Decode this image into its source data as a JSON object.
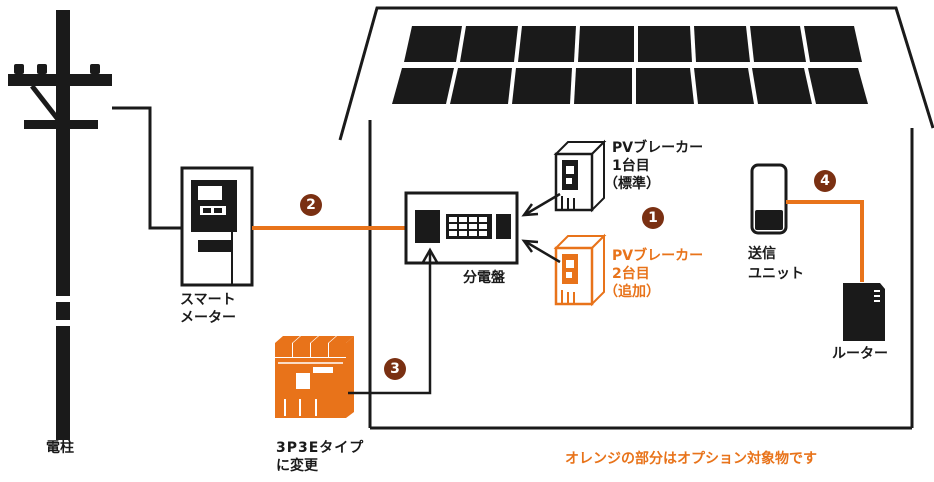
{
  "colors": {
    "accent": "#e8731a",
    "line": "#1a1a1a",
    "badge": "#7a3012"
  },
  "labels": {
    "pole": "電柱",
    "smart_meter": [
      "スマート",
      "メーター"
    ],
    "distribution_board": "分電盤",
    "breaker1": [
      "PVブレーカー",
      "1台目",
      "（標準）"
    ],
    "breaker2": [
      "PVブレーカー",
      "2台目",
      "（追加）"
    ],
    "transmitter": [
      "送信",
      "ユニット"
    ],
    "router": "ルーター",
    "breaker_type": [
      "3P3Eタイプ",
      "に変更"
    ],
    "note": "オレンジの部分はオプション対象物です"
  },
  "badges": [
    "1",
    "2",
    "3",
    "4"
  ]
}
